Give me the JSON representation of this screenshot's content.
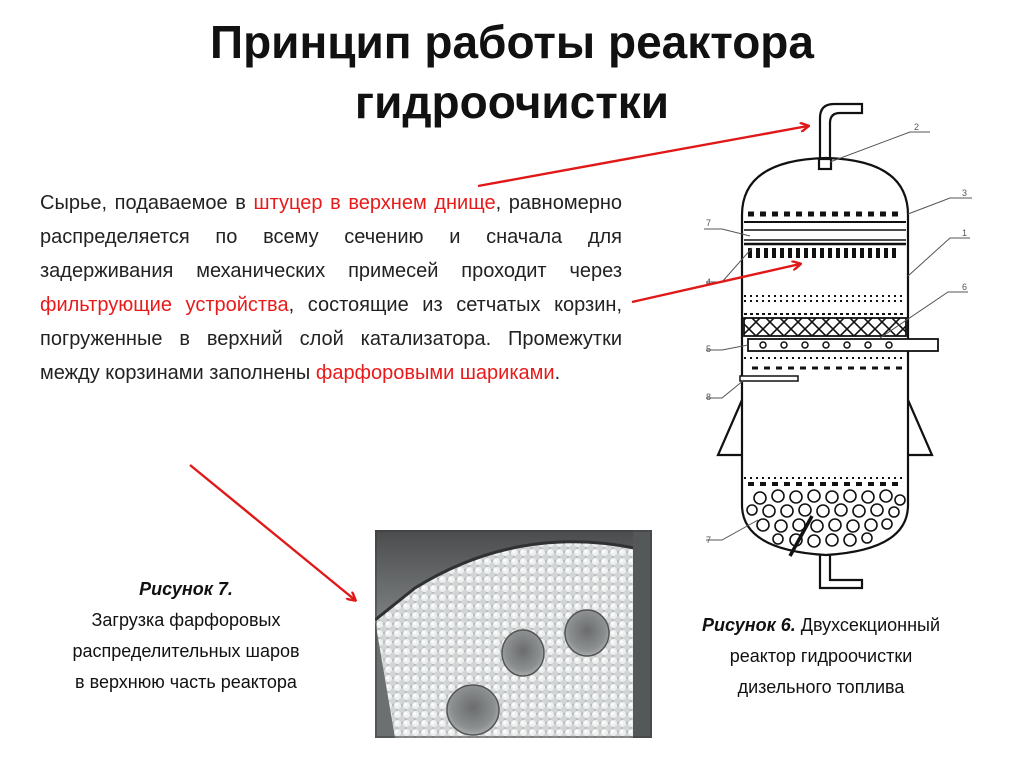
{
  "title": {
    "line1": "Принцип работы реактора",
    "line2": "гидроочистки"
  },
  "description": {
    "part1": "Сырье, подаваемое в ",
    "hl1": "штуцер в верхнем днище",
    "part2": ", равномерно распределяется по всему сечению и сначала для задерживания механических примесей проходит через ",
    "hl2": "фильтрующие устройства",
    "part3": ", состоящие из сетчатых корзин, погруженные в верхний слой катализатора. Промежутки между корзинами заполнены ",
    "hl3": "фарфоровыми шариками",
    "part4": "."
  },
  "figure7": {
    "label": "Рисунок 7.",
    "line1": "Загрузка фарфоровых",
    "line2": "распределительных шаров",
    "line3": "в верхнюю часть реактора"
  },
  "figure6": {
    "label": "Рисунок 6.",
    "line1_rest": " Двухсекционный",
    "line2": "реактор гидроочистки",
    "line3": "дизельного топлива"
  },
  "diagram_labels": {
    "n1": "1",
    "n2": "2",
    "n3": "3",
    "n4": "4",
    "n5": "5",
    "n6": "6",
    "n7a": "7",
    "n7b": "7",
    "n8": "8"
  },
  "colors": {
    "highlight": "#e81a1a",
    "arrow": "#e01818"
  }
}
